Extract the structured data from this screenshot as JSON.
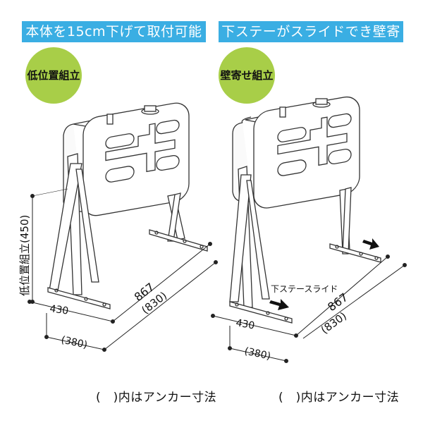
{
  "banners": {
    "left": "本体を15cm下げて取付可能",
    "right": "下ステーがスライドでき壁寄せ可能"
  },
  "badges": {
    "left": "低位置組立",
    "right": "壁寄せ組立"
  },
  "dimensions": {
    "left": {
      "height": "低位置組立(450)",
      "width": "430",
      "width_anchor": "(380)",
      "depth": "867",
      "depth_anchor": "(830)"
    },
    "right": {
      "slide_label": "下ステースライド",
      "width": "430",
      "width_anchor": "(380)",
      "depth": "867",
      "depth_anchor": "(830)"
    }
  },
  "captions": {
    "left": "(　)内はアンカー寸法",
    "right": "(　)内はアンカー寸法"
  },
  "colors": {
    "banner": "#3aaee3",
    "badge": "#a8ce48",
    "line": "#333333"
  }
}
